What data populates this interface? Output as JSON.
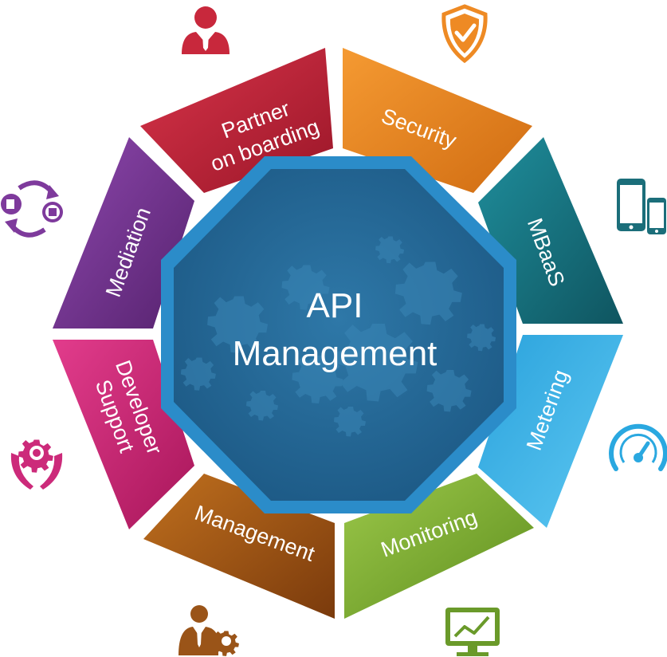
{
  "center": {
    "line1": "API",
    "line2": "Management",
    "outer_color": "#2b8cc9",
    "inner_color": "#1f5f8e"
  },
  "segments": [
    {
      "id": "partner-onboarding",
      "lines": [
        "Partner",
        "on boarding"
      ],
      "color": "#c8283c",
      "dark": "#8e1424",
      "icon": "businessman-icon",
      "icon_color": "#c8283c"
    },
    {
      "id": "security",
      "lines": [
        "Security"
      ],
      "color": "#ee8a24",
      "dark": "#c86a10",
      "icon": "shield-check-icon",
      "icon_color": "#ee8a24"
    },
    {
      "id": "mbaas",
      "lines": [
        "MBaaS"
      ],
      "color": "#1a7b88",
      "dark": "#0f4f58",
      "icon": "mobile-devices-icon",
      "icon_color": "#1b6e7a"
    },
    {
      "id": "metering",
      "lines": [
        "Metering"
      ],
      "color": "#3cb5e8",
      "dark": "#1c86c0",
      "icon": "speedometer-icon",
      "icon_color": "#2aa8e0"
    },
    {
      "id": "monitoring",
      "lines": [
        "Monitoring"
      ],
      "color": "#8ab83a",
      "dark": "#5a8a1c",
      "icon": "monitor-chart-icon",
      "icon_color": "#6a9a2a"
    },
    {
      "id": "management",
      "lines": [
        "Management"
      ],
      "color": "#b0601c",
      "dark": "#7a3a0c",
      "icon": "manager-gear-icon",
      "icon_color": "#9a5418"
    },
    {
      "id": "developer-support",
      "lines": [
        "Developer",
        "Support"
      ],
      "color": "#d6307e",
      "dark": "#a41a5a",
      "icon": "hands-gear-icon",
      "icon_color": "#cc2a7a"
    },
    {
      "id": "mediation",
      "lines": [
        "Mediation"
      ],
      "color": "#7e3a9c",
      "dark": "#52206e",
      "icon": "exchange-cycle-icon",
      "icon_color": "#7e3a9c"
    }
  ]
}
